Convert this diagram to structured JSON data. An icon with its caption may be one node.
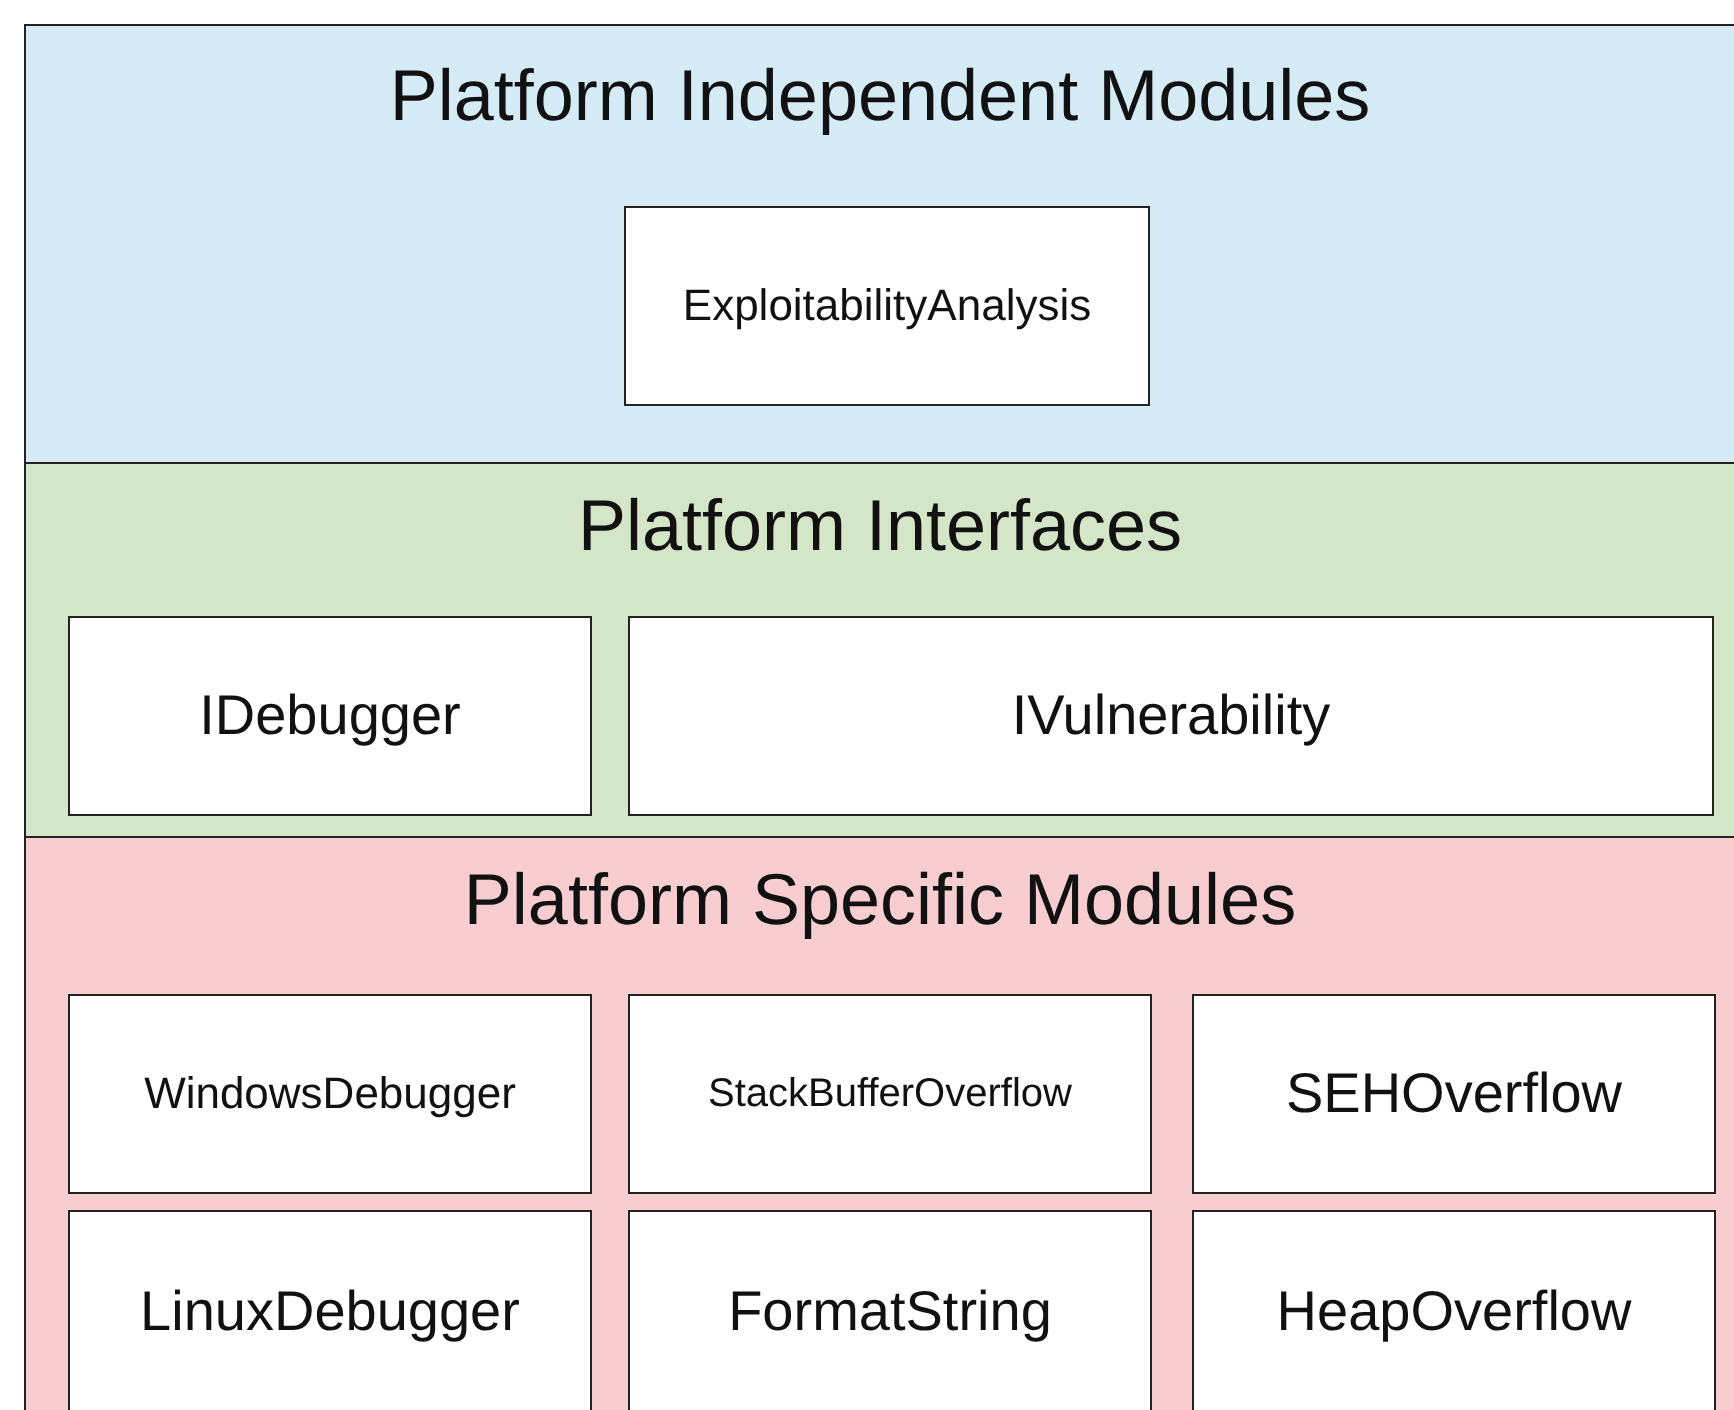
{
  "diagram": {
    "nodes": [
      {
        "text": [
          "Platform Independent Modules"
        ]
      },
      {
        "text": [
          "ExploitabilityAnalysis"
        ],
        "in": 0
      },
      {
        "text": [
          "Platform Interfaces"
        ]
      },
      {
        "text": [
          "IDebugger"
        ],
        "in": 2
      },
      {
        "text": [
          "IVulnerability"
        ],
        "in": 2
      },
      {
        "text": [
          "Platform Specific Modules"
        ]
      },
      {
        "text": [
          "WindowsDebugger"
        ],
        "in": 5
      },
      {
        "text": [
          "StackBufferOverflow"
        ],
        "in": 5
      },
      {
        "text": [
          "SEHOverflow"
        ],
        "in": 5
      },
      {
        "text": [
          "LinuxDebugger"
        ],
        "in": 5
      },
      {
        "text": [
          "FormatString"
        ],
        "in": 5
      },
      {
        "text": [
          "HeapOverflow"
        ],
        "in": 5
      }
    ]
  }
}
